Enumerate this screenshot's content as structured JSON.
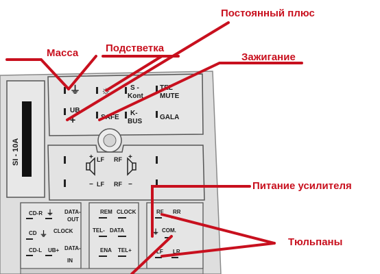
{
  "annotations": {
    "postoyanny_plus": "Постоянный плюс",
    "massa": "Масса",
    "podsvetka": "Подстветка",
    "zazhiganie": "Зажигание",
    "pitanie_usilitelya": "Питание усилителя",
    "tyulpany": "Тюльпаны"
  },
  "connector": {
    "fuse_label": "SI - 10A",
    "top_block": {
      "ground_symbol": "⏚",
      "light_symbol": "☼",
      "s_kont": [
        "S -",
        "Kont"
      ],
      "tel_mute": [
        "TEL",
        "MUTE"
      ],
      "ub_plus": [
        "UB",
        "+"
      ],
      "safe": "SAFE",
      "k_bus": [
        "K-",
        "BUS"
      ],
      "gala": "GALA"
    },
    "middle_block": {
      "lf_left": "LF",
      "rf_left": "RF",
      "lf_lower": "LF",
      "rf_lower": "RF"
    },
    "bottom_block": {
      "cd_r": "CD-R",
      "data_out": [
        "DATA-",
        "OUT"
      ],
      "cd_ground": "CD",
      "clock_left": "CLOCK",
      "cd_l": "CD-L",
      "ub_plus": "UB+",
      "data_in": [
        "DATA-",
        "IN"
      ],
      "rem": "REM",
      "clock_right": "CLOCK",
      "tel_minus": "TEL-",
      "data": "DATA",
      "ena": "ENA",
      "tel_plus": "TEL+",
      "rf": "RF",
      "rr": "RR",
      "com": "COM.",
      "lf": "LF",
      "lr": "LR"
    }
  },
  "colors": {
    "annotation_red": "#c8101e",
    "panel_bg": "#e4e4e4",
    "outline": "#555555",
    "text_dark": "#1a1a1a"
  }
}
